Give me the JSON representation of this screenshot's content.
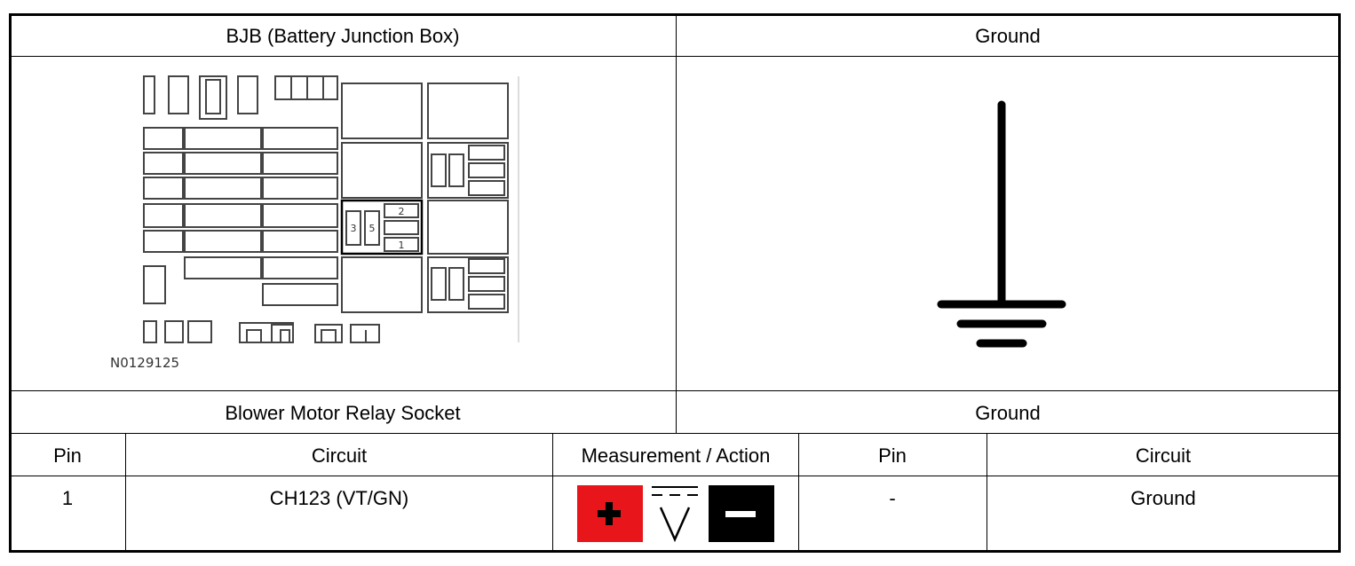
{
  "header": {
    "left_title": "BJB (Battery Junction Box)",
    "right_title": "Ground"
  },
  "diagram": {
    "fuse_labels": [
      "3",
      "5",
      "2",
      "1"
    ],
    "part_number": "N0129125"
  },
  "section": {
    "left_title": "Blower Motor Relay Socket",
    "right_title": "Ground"
  },
  "table": {
    "columns": [
      "Pin",
      "Circuit",
      "Measurement / Action",
      "Pin",
      "Circuit"
    ],
    "row": {
      "pin": "1",
      "circuit": "CH123 (VT/GN)",
      "ground_pin": "-",
      "ground_circuit": "Ground"
    }
  },
  "colors": {
    "positive_probe": "#e8161b",
    "negative_probe": "#000000",
    "grid": "#000000"
  },
  "icons": {
    "positive": "plus-icon",
    "negative": "minus-icon",
    "meter": "dc-voltmeter-icon",
    "ground": "ground-symbol-icon"
  }
}
